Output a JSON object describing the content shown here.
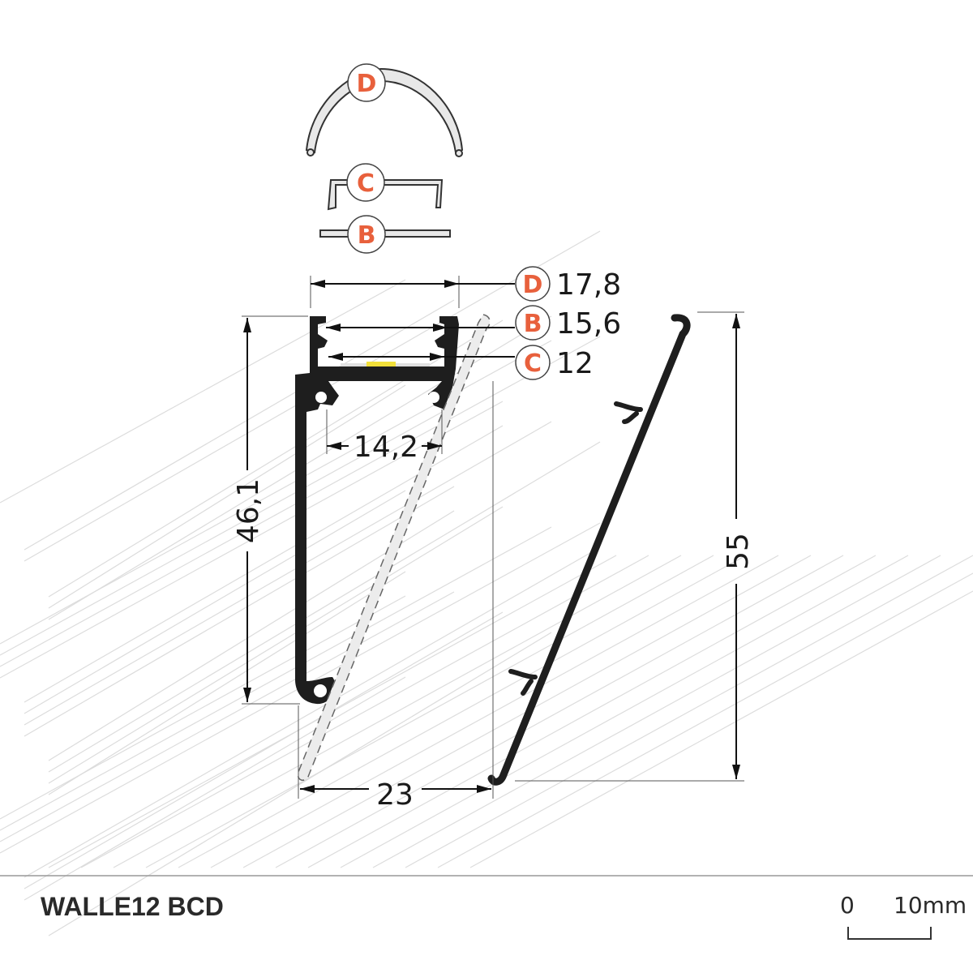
{
  "product_name": "WALLE12 BCD",
  "colors": {
    "accent": "#e8603c",
    "profile": "#1e1e1e",
    "cover": "#e8e8e8"
  },
  "parts": [
    {
      "letter": "D",
      "dimension": "17,8"
    },
    {
      "letter": "B",
      "dimension": "15,6"
    },
    {
      "letter": "C",
      "dimension": "12"
    }
  ],
  "dimensions": {
    "inner_width": "14,2",
    "height_profile": "46,1",
    "total_height": "55",
    "base_width": "23"
  },
  "scale": {
    "start": "0",
    "end": "10mm"
  }
}
